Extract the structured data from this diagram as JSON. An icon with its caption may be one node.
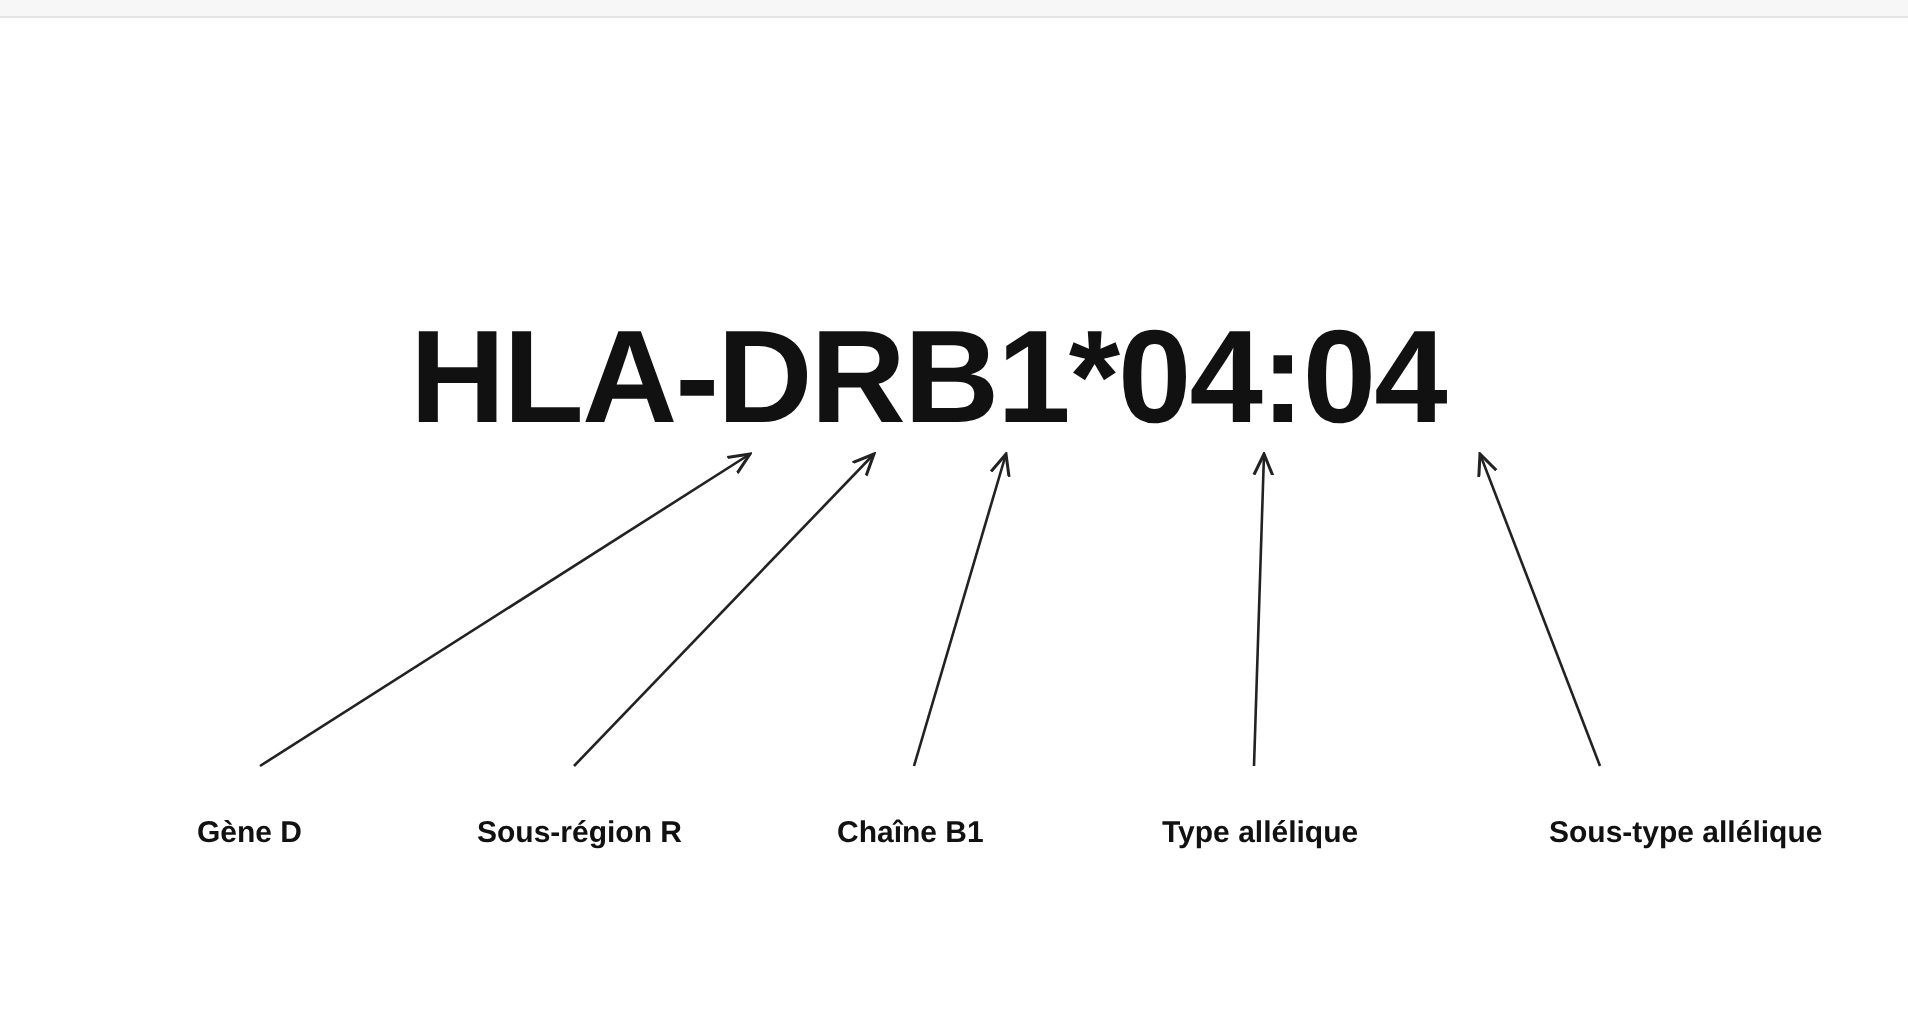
{
  "diagram": {
    "nodes": [
      {
        "text": [
          "HLA-DRB1*04:04"
        ]
      },
      {
        "text": [
          "Gène D"
        ]
      },
      {
        "text": [
          "Sous-région R"
        ]
      },
      {
        "text": [
          "Chaîne B1"
        ]
      },
      {
        "text": [
          "Type allélique"
        ]
      },
      {
        "text": [
          "Sous-type allélique"
        ]
      }
    ],
    "edges": [
      {
        "from": 1,
        "to": 0,
        "arrow": "to"
      },
      {
        "from": 2,
        "to": 0,
        "arrow": "to"
      },
      {
        "from": 3,
        "to": 0,
        "arrow": "to"
      },
      {
        "from": 4,
        "to": 0,
        "arrow": "to"
      },
      {
        "from": 5,
        "to": 0,
        "arrow": "to"
      }
    ]
  }
}
